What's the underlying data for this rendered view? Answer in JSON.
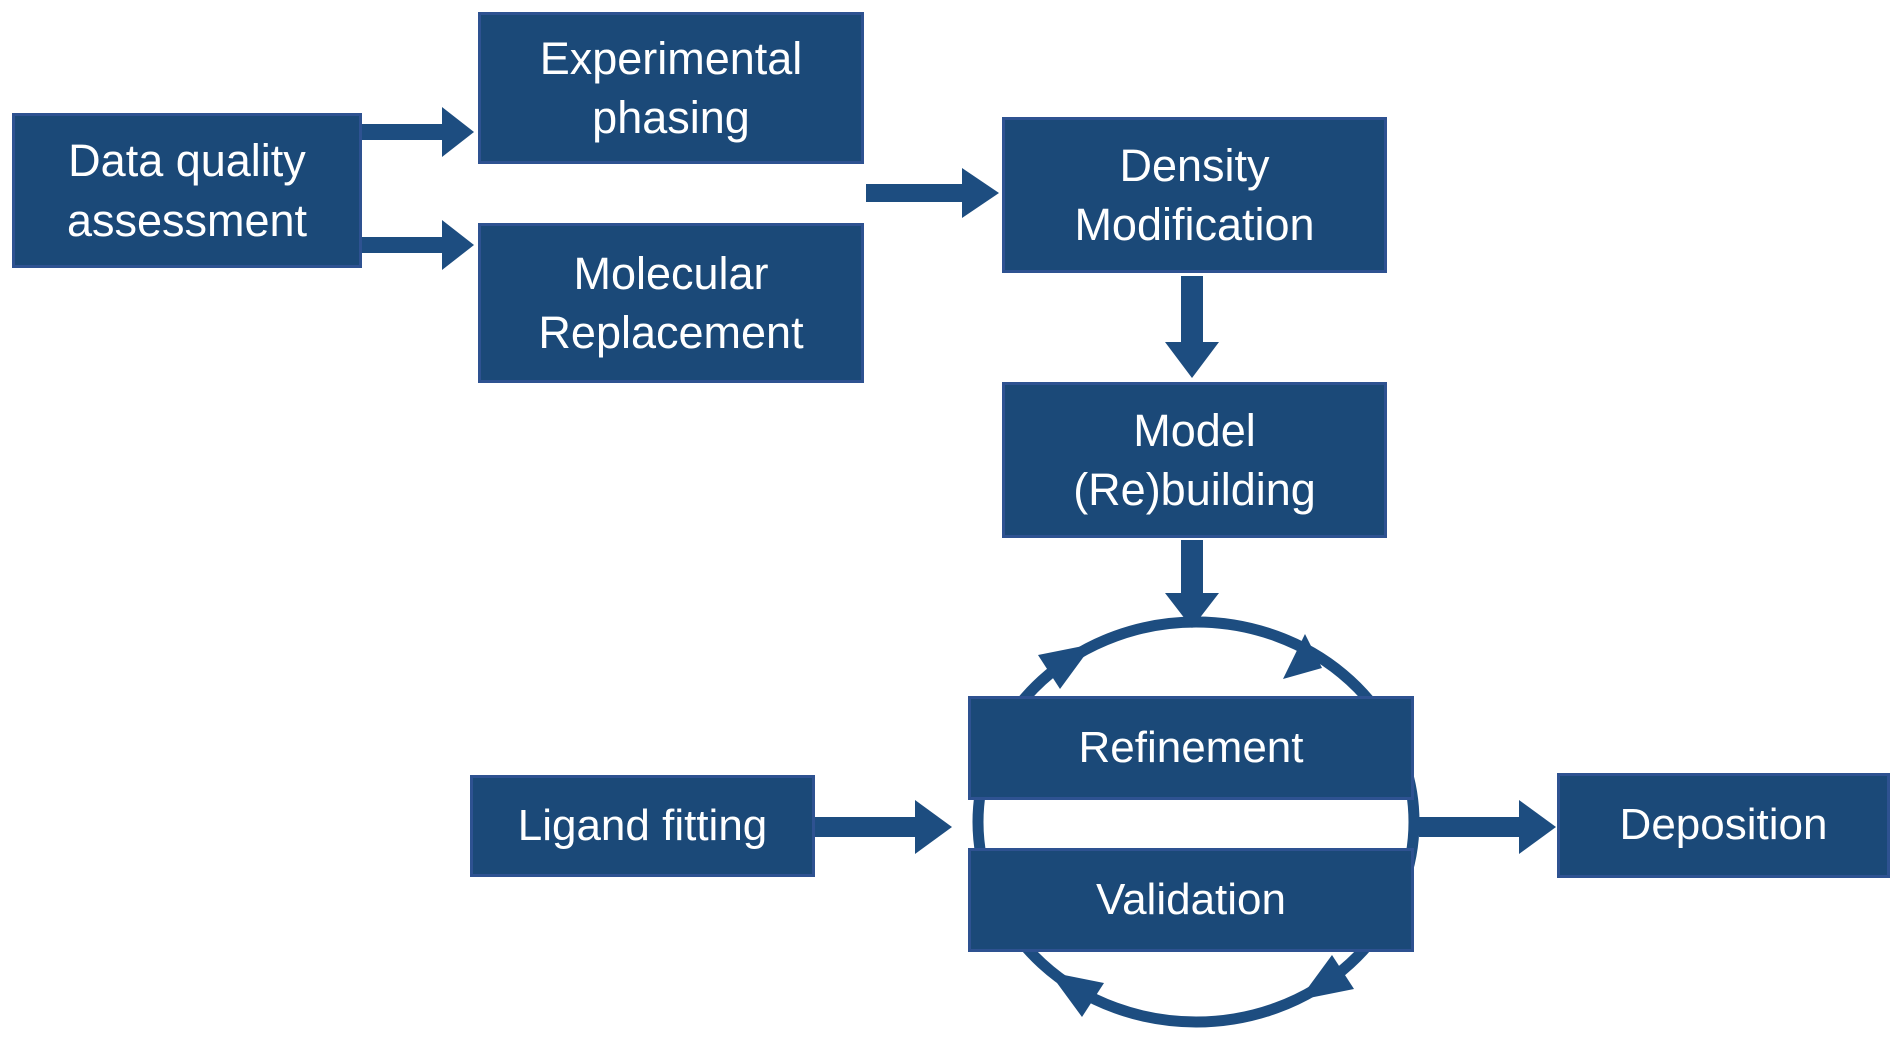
{
  "colors": {
    "background": "#FFFFFF",
    "box_fill": "#1B4978",
    "box_border": "#2E5291",
    "arrow": "#1D4D80",
    "text": "#FFFFFF"
  },
  "boxes": {
    "data_quality_assessment": {
      "lines": [
        "Data quality",
        "assessment"
      ]
    },
    "experimental_phasing": {
      "lines": [
        "Experimental",
        "phasing"
      ]
    },
    "molecular_replacement": {
      "lines": [
        "Molecular",
        "Replacement"
      ]
    },
    "density_modification": {
      "lines": [
        "Density",
        "Modification"
      ]
    },
    "model_rebuilding": {
      "lines": [
        "Model",
        "(Re)building"
      ]
    },
    "refinement": {
      "lines": [
        "Refinement"
      ]
    },
    "validation": {
      "lines": [
        "Validation"
      ]
    },
    "ligand_fitting": {
      "lines": [
        "Ligand fitting"
      ]
    },
    "deposition": {
      "lines": [
        "Deposition"
      ]
    }
  }
}
